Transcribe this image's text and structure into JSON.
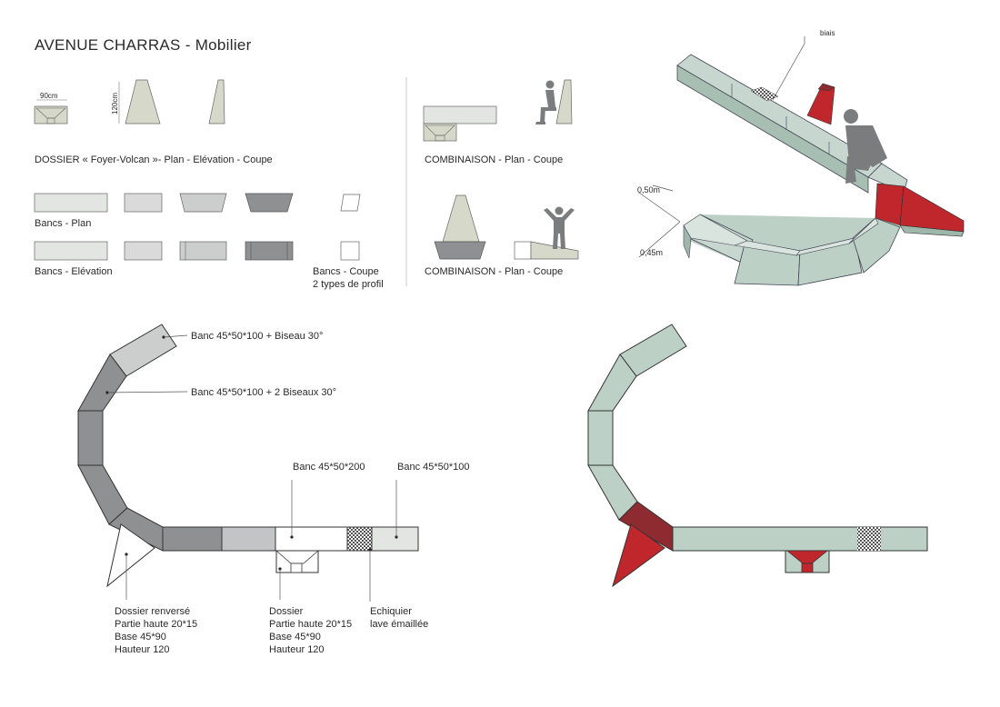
{
  "title": "AVENUE CHARRAS - Mobilier",
  "dossier": {
    "dim_width": "90cm",
    "dim_height": "120cm",
    "caption": "DOSSIER « Foyer-Volcan »- Plan - Elévation - Coupe"
  },
  "bancs": {
    "plan_label": "Bancs - Plan",
    "elevation_label": "Bancs - Elévation",
    "coupe_label": "Bancs - Coupe",
    "coupe_sub": "2 types de profil"
  },
  "combinaison": {
    "label_1": "COMBINAISON - Plan - Coupe",
    "label_2": "COMBINAISON - Plan - Coupe"
  },
  "perspective": {
    "biais": "biais",
    "h1": "0,50m",
    "h2": "0,45m"
  },
  "plan_annotations": {
    "banc_biseau": "Banc 45*50*100 + Biseau 30°",
    "banc_2_biseaux": "Banc 45*50*100 + 2 Biseaux 30°",
    "banc_200": "Banc 45*50*200",
    "banc_100": "Banc 45*50*100",
    "dossier_renverse": [
      "Dossier renversé",
      "Partie haute 20*15",
      "Base 45*90",
      "Hauteur 120"
    ],
    "dossier": [
      "Dossier",
      "Partie haute 20*15",
      "Base 45*90",
      "Hauteur 120"
    ],
    "echiquier": [
      "Echiquier",
      "lave émaillée"
    ]
  },
  "colors": {
    "light_gray": "#e3e5e3",
    "mid_gray": "#cccdcd",
    "dark_gray": "#8f9092",
    "sage": "#d6d8c9",
    "green": "#bcd0c6",
    "green_dark": "#9fb7ab",
    "red": "#c0272d",
    "dark_red": "#8e2b30",
    "figure": "#7a7c7e"
  }
}
